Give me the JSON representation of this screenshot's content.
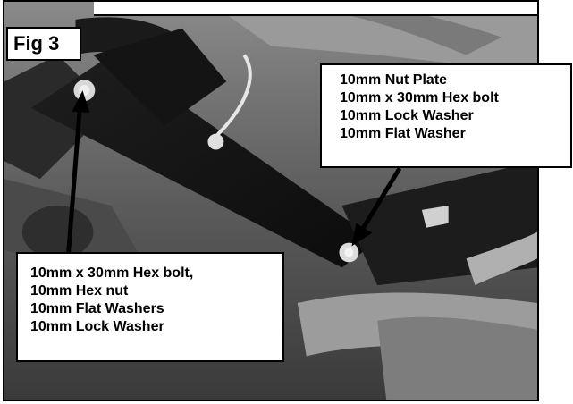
{
  "figure": {
    "label": "Fig 3"
  },
  "callouts": {
    "right": [
      "10mm Nut Plate",
      "10mm x 30mm Hex bolt",
      "10mm Lock Washer",
      "10mm Flat Washer"
    ],
    "left": [
      "10mm x 30mm Hex bolt,",
      "10mm Hex nut",
      "10mm Flat Washers",
      "10mm Lock Washer"
    ]
  }
}
